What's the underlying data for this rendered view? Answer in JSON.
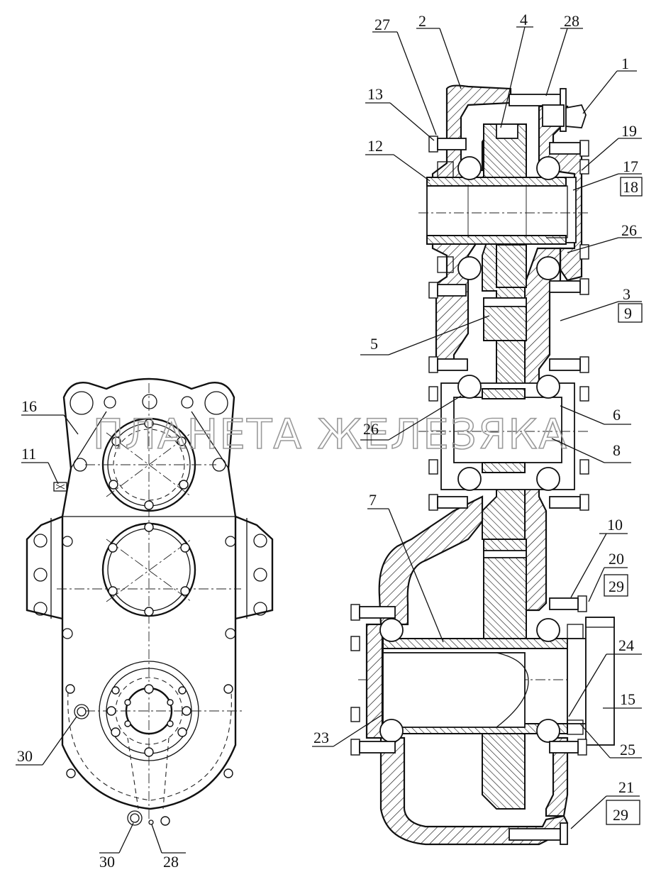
{
  "watermark": "ПЛАНЕТА ЖЕЛЕЗЯКА",
  "callouts": {
    "left_view": [
      "16",
      "11",
      "30",
      "30",
      "28"
    ],
    "section_view": [
      "27",
      "2",
      "4",
      "28",
      "1",
      "13",
      "12",
      "19",
      "17",
      "18",
      "26",
      "3",
      "9",
      "5",
      "6",
      "26",
      "8",
      "7",
      "10",
      "20",
      "29",
      "24",
      "15",
      "23",
      "25",
      "21",
      "29"
    ]
  }
}
